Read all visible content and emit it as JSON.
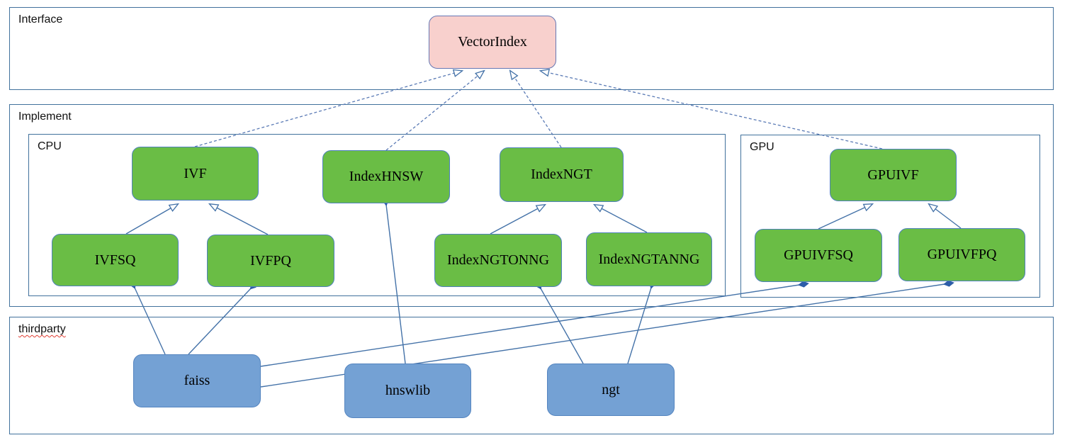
{
  "diagram": {
    "containers": {
      "interface": {
        "label": "Interface"
      },
      "implement": {
        "label": "Implement"
      },
      "cpu": {
        "label": "CPU"
      },
      "gpu": {
        "label": "GPU"
      },
      "thirdparty": {
        "label": "thirdparty",
        "spellcheck_underline": true
      }
    },
    "nodes": {
      "vectorindex": {
        "label": "VectorIndex",
        "kind": "interface",
        "group": "Interface"
      },
      "ivf": {
        "label": "IVF",
        "kind": "implementation",
        "group": "CPU"
      },
      "indexhnsw": {
        "label": "IndexHNSW",
        "kind": "implementation",
        "group": "CPU"
      },
      "indexngt": {
        "label": "IndexNGT",
        "kind": "implementation",
        "group": "CPU"
      },
      "ivfsq": {
        "label": "IVFSQ",
        "kind": "implementation",
        "group": "CPU"
      },
      "ivfpq": {
        "label": "IVFPQ",
        "kind": "implementation",
        "group": "CPU"
      },
      "indexngtonng": {
        "label": "IndexNGTONNG",
        "kind": "implementation",
        "group": "CPU"
      },
      "indexngtanng": {
        "label": "IndexNGTANNG",
        "kind": "implementation",
        "group": "CPU"
      },
      "gpuivf": {
        "label": "GPUIVF",
        "kind": "implementation",
        "group": "GPU"
      },
      "gpuivfsq": {
        "label": "GPUIVFSQ",
        "kind": "implementation",
        "group": "GPU"
      },
      "gpuivfpq": {
        "label": "GPUIVFPQ",
        "kind": "implementation",
        "group": "GPU"
      },
      "faiss": {
        "label": "faiss",
        "kind": "thirdparty",
        "group": "thirdparty"
      },
      "hnswlib": {
        "label": "hnswlib",
        "kind": "thirdparty",
        "group": "thirdparty"
      },
      "ngt": {
        "label": "ngt",
        "kind": "thirdparty",
        "group": "thirdparty"
      }
    },
    "edges": [
      {
        "from": "IVF",
        "to": "VectorIndex",
        "type": "realization",
        "style": "dashed-hollow-arrow"
      },
      {
        "from": "IndexHNSW",
        "to": "VectorIndex",
        "type": "realization",
        "style": "dashed-hollow-arrow"
      },
      {
        "from": "IndexNGT",
        "to": "VectorIndex",
        "type": "realization",
        "style": "dashed-hollow-arrow"
      },
      {
        "from": "GPUIVF",
        "to": "VectorIndex",
        "type": "realization",
        "style": "dashed-hollow-arrow"
      },
      {
        "from": "IVFSQ",
        "to": "IVF",
        "type": "inheritance",
        "style": "solid-hollow-arrow"
      },
      {
        "from": "IVFPQ",
        "to": "IVF",
        "type": "inheritance",
        "style": "solid-hollow-arrow"
      },
      {
        "from": "IndexNGTONNG",
        "to": "IndexNGT",
        "type": "inheritance",
        "style": "solid-hollow-arrow"
      },
      {
        "from": "IndexNGTANNG",
        "to": "IndexNGT",
        "type": "inheritance",
        "style": "solid-hollow-arrow"
      },
      {
        "from": "GPUIVFSQ",
        "to": "GPUIVF",
        "type": "inheritance",
        "style": "solid-hollow-arrow"
      },
      {
        "from": "GPUIVFPQ",
        "to": "GPUIVF",
        "type": "inheritance",
        "style": "solid-hollow-arrow"
      },
      {
        "from": "faiss",
        "to": "IVFSQ",
        "type": "composition",
        "style": "solid-filled-diamond"
      },
      {
        "from": "faiss",
        "to": "IVFPQ",
        "type": "composition",
        "style": "solid-filled-diamond"
      },
      {
        "from": "faiss",
        "to": "GPUIVFSQ",
        "type": "composition",
        "style": "solid-filled-diamond"
      },
      {
        "from": "faiss",
        "to": "GPUIVFPQ",
        "type": "composition",
        "style": "solid-filled-diamond"
      },
      {
        "from": "hnswlib",
        "to": "IndexHNSW",
        "type": "composition",
        "style": "solid-filled-diamond"
      },
      {
        "from": "ngt",
        "to": "IndexNGTONNG",
        "type": "composition",
        "style": "solid-filled-diamond"
      },
      {
        "from": "ngt",
        "to": "IndexNGTANNG",
        "type": "composition",
        "style": "solid-filled-diamond"
      }
    ],
    "colors": {
      "interface_fill": "#f8d0cd",
      "implementation_fill": "#6abd45",
      "thirdparty_fill": "#74a1d4",
      "frame_border": "#41719c",
      "edge_line": "#4472a8",
      "diamond_fill": "#2d5da8",
      "spellcheck_wave": "#e03c31",
      "text": "#000000"
    }
  }
}
